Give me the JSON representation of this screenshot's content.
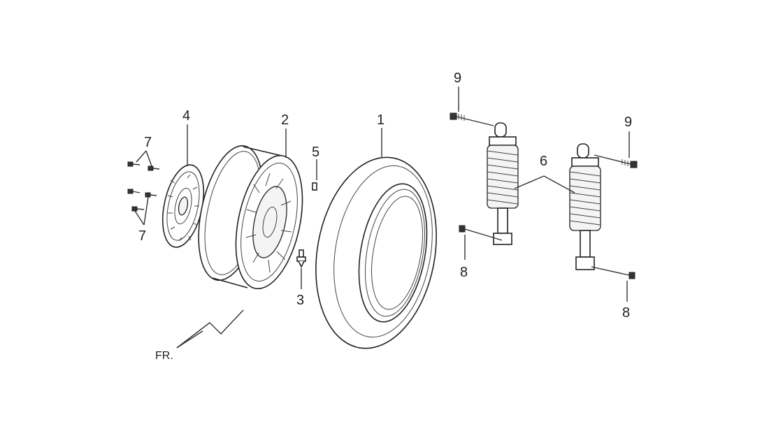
{
  "callouts": {
    "c1": "1",
    "c2": "2",
    "c3": "3",
    "c4": "4",
    "c5": "5",
    "c6": "6",
    "c7a": "7",
    "c7b": "7",
    "c8a": "8",
    "c8b": "8",
    "c9a": "9",
    "c9b": "9"
  },
  "direction_label": "FR."
}
